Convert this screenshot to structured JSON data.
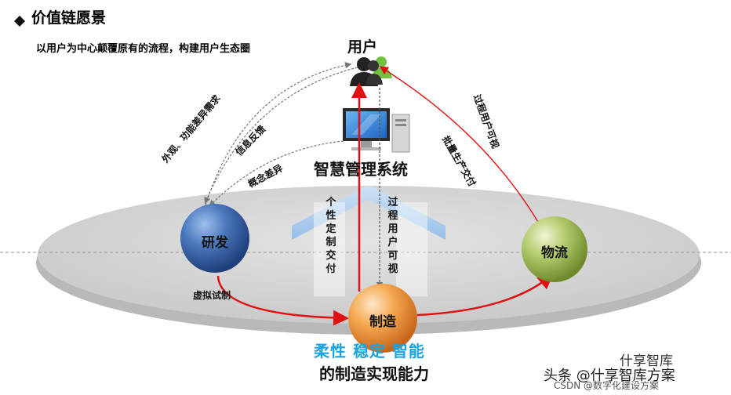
{
  "header": {
    "title": "价值链愿景",
    "subtitle": "以用户为中心颠覆原有的流程，构建用户生态圈"
  },
  "nodes": {
    "user": "用户",
    "system": "智慧管理系统",
    "rd": "研发",
    "manufacturing": "制造",
    "logistics": "物流"
  },
  "arrow_labels": {
    "appearance": "外观、功能差异需求",
    "feedback": "信息反馈",
    "concept": "概念差异",
    "custom_delivery": "个性定制交付",
    "process_visible_mid": "过程用户可视",
    "batch_delivery": "批量生产交付",
    "process_visible_right": "过程用户可视",
    "virtual_trial": "虚拟试制"
  },
  "captions": {
    "capabilities": "柔性  稳定  智能",
    "capability_tagline": "的制造实现能力"
  },
  "watermark": {
    "line1": "什享智库",
    "line2": "头条 @什享智库方案",
    "line3": "CSDN @数字化建设方案"
  },
  "colors": {
    "ellipse": "#dcdcdc",
    "rd": "#3a66a8",
    "manufacturing": "#f29a3f",
    "logistics": "#a5bf5a",
    "arrow_red": "#e01010",
    "arrow_gray": "#777777",
    "capability_blue": "#19a4e3",
    "house_blue": "#a8ccf0"
  }
}
